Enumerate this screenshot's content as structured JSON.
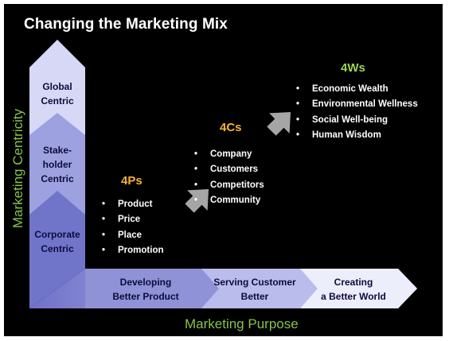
{
  "title": "Changing the Marketing Mix",
  "y_axis_label": "Marketing Centricity",
  "x_axis_label": "Marketing Purpose",
  "centricity": {
    "global": [
      "Global",
      "Centric"
    ],
    "stakeholder": [
      "Stake-",
      "holder",
      "Centric"
    ],
    "corporate": [
      "Corporate",
      "Centric"
    ]
  },
  "purpose": {
    "product": [
      "Developing",
      "Better Product"
    ],
    "customer": [
      "Serving Customer",
      "Better"
    ],
    "world": [
      "Creating",
      "a Better World"
    ]
  },
  "stages": [
    {
      "heading": "4Ps",
      "items": [
        "Product",
        "Price",
        "Place",
        "Promotion"
      ]
    },
    {
      "heading": "4Cs",
      "items": [
        "Company",
        "Customers",
        "Competitors",
        "Community"
      ]
    },
    {
      "heading": "4Ws",
      "items": [
        "Economic Wealth",
        "Environmental Wellness",
        "Social Well-being",
        "Human Wisdom"
      ]
    }
  ],
  "colors": {
    "background": "#000000",
    "axis_label": "#86c44a",
    "stage_heading_4p_4c": "#f5b332",
    "stage_heading_4w": "#9ad64a",
    "step_arrow": "#a6a6a6"
  }
}
